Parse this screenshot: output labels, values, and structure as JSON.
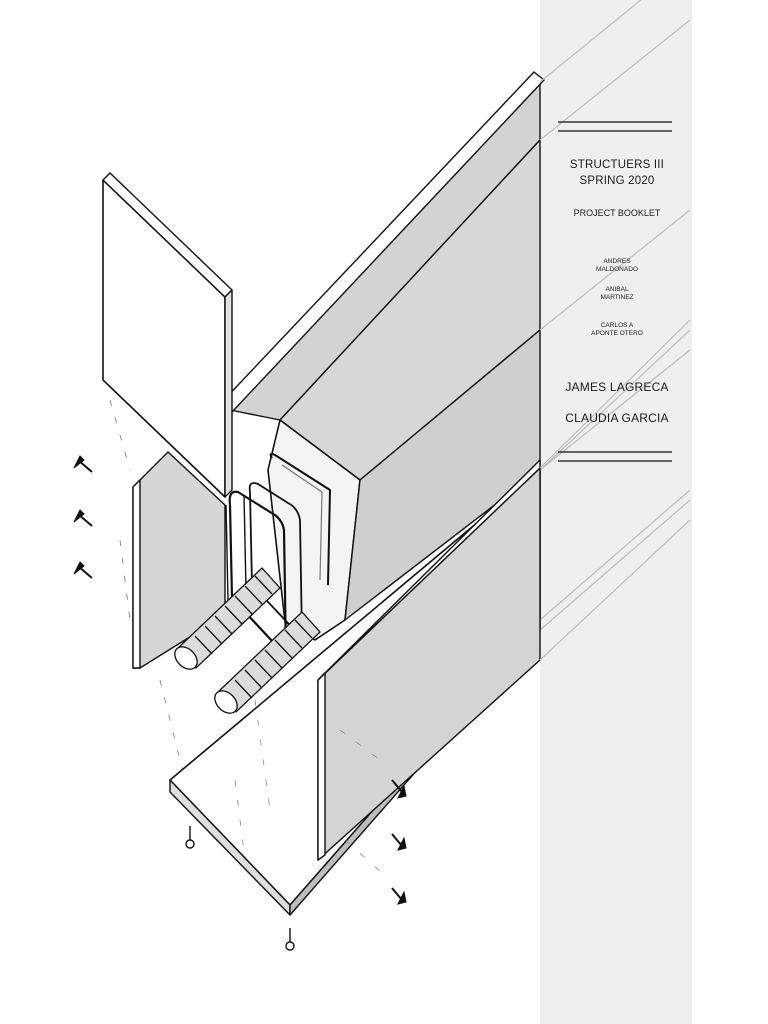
{
  "title_block": {
    "course": "STRUCTUERS III",
    "term": "SPRING 2020",
    "subtitle": "PROJECT BOOKLET",
    "authors_small": [
      {
        "line1": "ANDRES",
        "line2": "MALDONADO"
      },
      {
        "line1": "ANIBAL",
        "line2": "MARTINEZ"
      },
      {
        "line1": "CARLOS A",
        "line2": "APONTE OTERO"
      }
    ],
    "authors_large": [
      "JAMES  LAGRECA",
      "CLAUDIA GARCIA"
    ]
  },
  "colors": {
    "stroke": "#111111",
    "face_fill": "#d4d4d4",
    "panel_fill": "#f0f0f0",
    "background": "#ffffff"
  }
}
